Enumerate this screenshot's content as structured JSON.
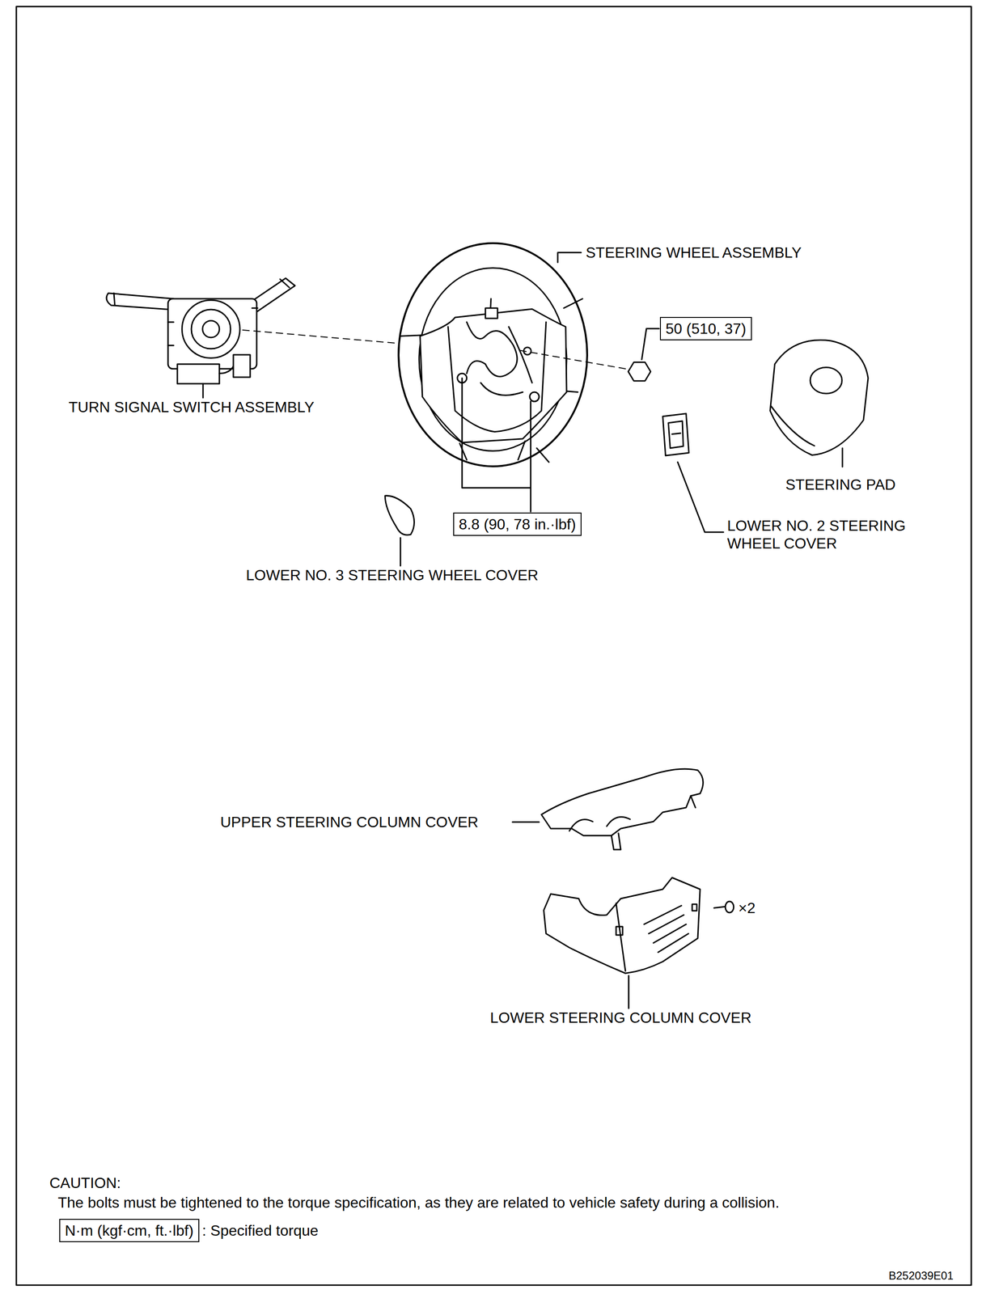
{
  "diagram": {
    "nodes": [
      {
        "text": [
          "50 (510, 37)"
        ]
      },
      {
        "text": [
          "8.8 (90, 78 in.·lbf)"
        ]
      },
      {
        "text": [
          "N·m (kgf·cm, ft.·lbf)"
        ]
      }
    ],
    "labels": [
      "STEERING WHEEL ASSEMBLY",
      "TURN SIGNAL SWITCH ASSEMBLY",
      "STEERING PAD",
      "LOWER NO. 2 STEERING WHEEL COVER",
      "LOWER NO. 3 STEERING WHEEL COVER",
      "UPPER STEERING COLUMN COVER",
      "×2",
      "LOWER STEERING COLUMN COVER",
      "CAUTION:",
      "The bolts must be tightened to the torque specification, as they are related to vehicle safety during a collision.",
      ": Specified torque",
      "B252039E01"
    ]
  }
}
